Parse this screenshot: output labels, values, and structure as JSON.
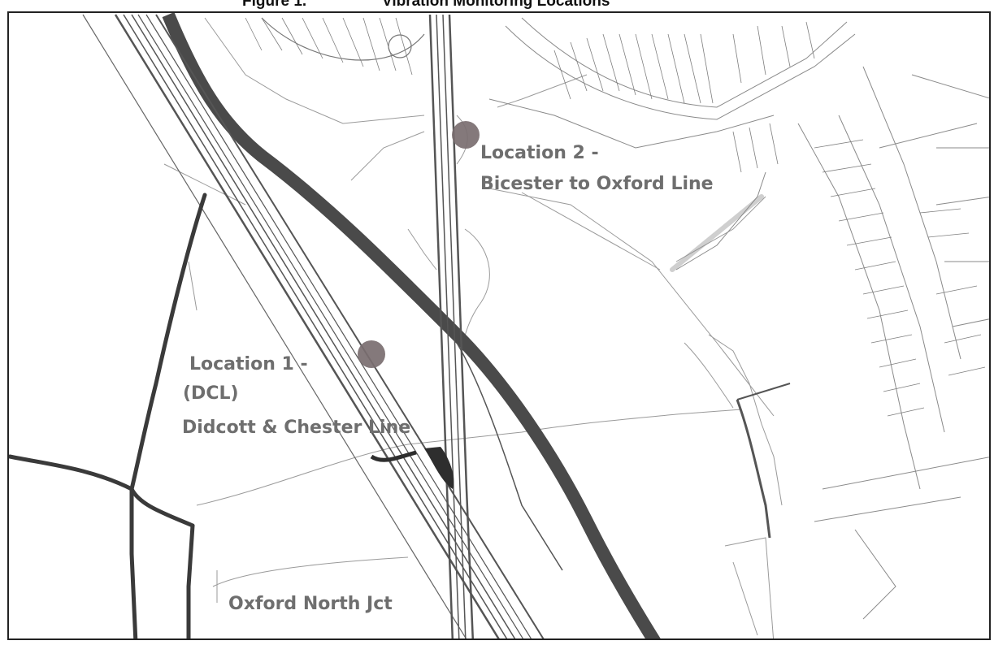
{
  "figure": {
    "number": "Figure 1.",
    "caption": "Vibration Monitoring Locations"
  },
  "locations": [
    {
      "id": "location-1",
      "title": "Location 1 -",
      "subtitle": "(DCL)",
      "line_name": "Didcott & Chester Line"
    },
    {
      "id": "location-2",
      "title": "Location 2 -",
      "line_name": "Bicester to Oxford Line"
    }
  ],
  "junction_label": "Oxford North Jct",
  "colors": {
    "marker": "#7a6e70",
    "label_text": "#6e6e6e",
    "main_road": "#4a4a4a",
    "rail_lines": "#555555",
    "map_linework": "#888888"
  },
  "icons": {
    "location_marker": "circle"
  }
}
